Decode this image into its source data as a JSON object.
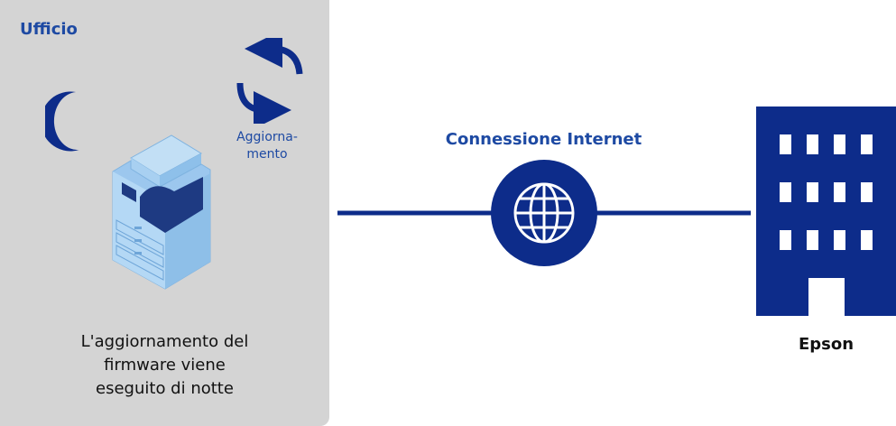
{
  "office": {
    "label": "Ufficio",
    "update_label": [
      "Aggiorna-",
      "mento"
    ],
    "caption": [
      "L'aggiornamento del",
      "firmware viene",
      "eseguito di notte"
    ]
  },
  "connection": {
    "label": "Connessione Internet"
  },
  "vendor": {
    "label": "Epson"
  },
  "icons": {
    "night": "moon-icon",
    "update": "refresh-arrows-icon",
    "device": "printer-icon",
    "network": "globe-icon",
    "vendor": "building-icon"
  },
  "colors": {
    "primary": "#0d2c8a",
    "label_blue": "#1e4aa3",
    "panel": "#d4d4d4",
    "printer_light": "#9cc7ee",
    "printer_dark": "#1e3a82"
  }
}
